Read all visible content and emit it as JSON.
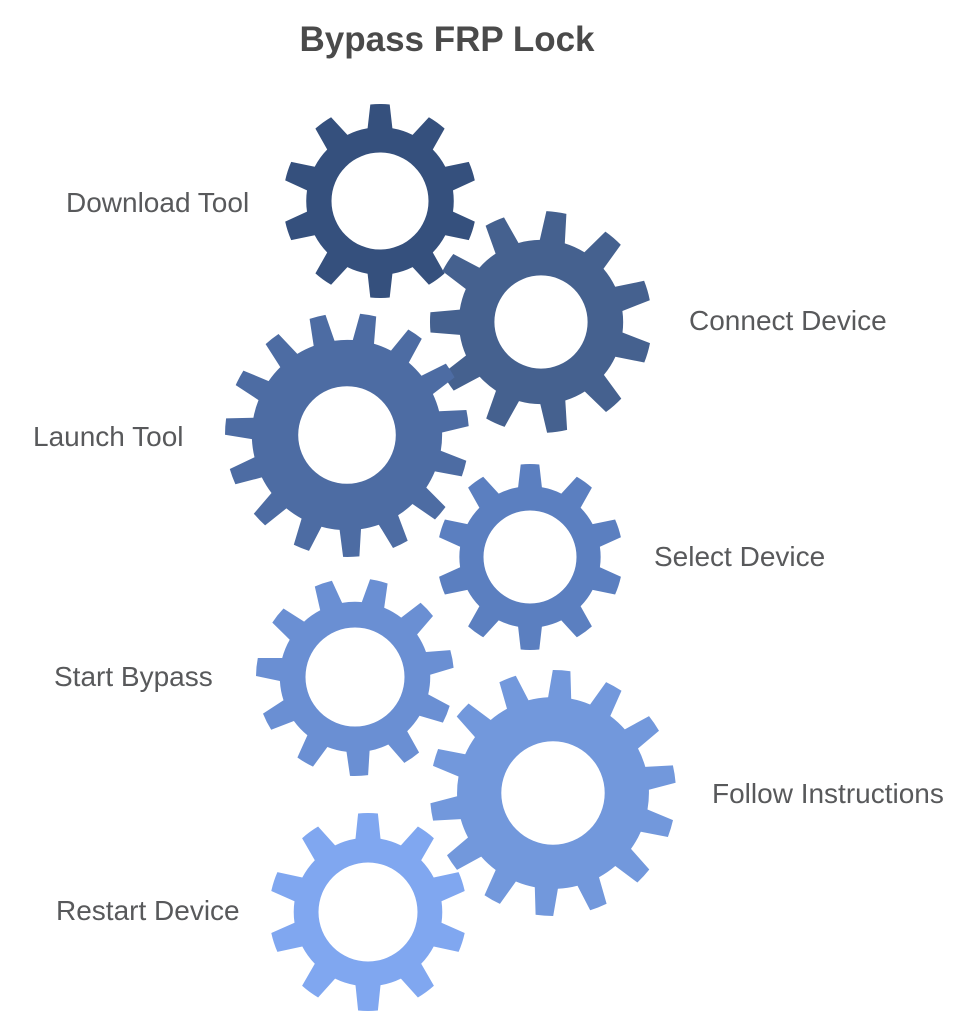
{
  "title": "Bypass FRP Lock",
  "title_color": "#4a4a4a",
  "label_color": "#58595b",
  "background_color": "#ffffff",
  "diagram_type": "gear-process-flow",
  "steps": [
    {
      "order": 1,
      "label": "Download Tool",
      "side": "left",
      "color": "#35507D"
    },
    {
      "order": 2,
      "label": "Connect Device",
      "side": "right",
      "color": "#45618F"
    },
    {
      "order": 3,
      "label": "Launch Tool",
      "side": "left",
      "color": "#4D6CA3"
    },
    {
      "order": 4,
      "label": "Select Device",
      "side": "right",
      "color": "#5B7FC0"
    },
    {
      "order": 5,
      "label": "Start Bypass",
      "side": "left",
      "color": "#6A8FD3"
    },
    {
      "order": 6,
      "label": "Follow Instructions",
      "side": "right",
      "color": "#7298DC"
    },
    {
      "order": 7,
      "label": "Restart Device",
      "side": "left",
      "color": "#80A7F0"
    }
  ]
}
